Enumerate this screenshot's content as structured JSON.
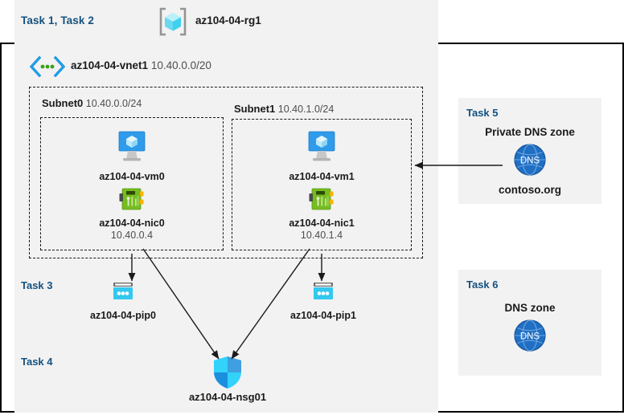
{
  "header": {
    "task_label": "Task 1, Task 2",
    "resource_group_name": "az104-04-rg1",
    "resource_group_icon": "resource-group-cube-icon"
  },
  "vnet": {
    "icon": "virtual-network-icon",
    "name": "az104-04-vnet1",
    "cidr": "10.40.0.0/20"
  },
  "subnets": [
    {
      "name": "Subnet0",
      "cidr": "10.40.0.0/24",
      "vm": {
        "icon": "virtual-machine-icon",
        "name": "az104-04-vm0"
      },
      "nic": {
        "icon": "network-interface-icon",
        "name": "az104-04-nic0",
        "ip": "10.40.0.4"
      }
    },
    {
      "name": "Subnet1",
      "cidr": "10.40.1.0/24",
      "vm": {
        "icon": "virtual-machine-icon",
        "name": "az104-04-vm1"
      },
      "nic": {
        "icon": "network-interface-icon",
        "name": "az104-04-nic1",
        "ip": "10.40.1.4"
      }
    }
  ],
  "task3": {
    "label": "Task 3",
    "public_ips": [
      {
        "icon": "public-ip-address-icon",
        "name": "az104-04-pip0"
      },
      {
        "icon": "public-ip-address-icon",
        "name": "az104-04-pip1"
      }
    ]
  },
  "task4": {
    "label": "Task 4",
    "nsg": {
      "icon": "network-security-group-shield-icon",
      "name": "az104-04-nsg01"
    }
  },
  "task5": {
    "label": "Task 5",
    "title": "Private DNS zone",
    "icon": "dns-globe-icon",
    "zone": "contoso.org"
  },
  "task6": {
    "label": "Task 6",
    "title": "DNS zone",
    "icon": "dns-globe-icon",
    "zone": ""
  },
  "colors": {
    "task_label": "#14517f",
    "panel_background": "#f2f2f2",
    "canvas_background": "#ffffff",
    "border": "#000000",
    "azure_blue": "#0078d4",
    "cyan": "#32c8f0",
    "nic_green": "#6fbb2e",
    "dns_blue": "#1f6fc4"
  }
}
